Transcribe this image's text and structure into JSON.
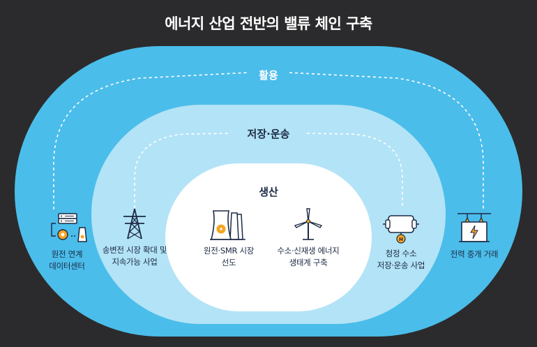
{
  "title": "에너지 산업 전반의 밸류 체인 구축",
  "layers": {
    "outer": "활용",
    "middle": "저장·운송",
    "inner": "생산"
  },
  "items": {
    "datacenter": "원전 연계\n데이터센터",
    "transmission": "송변전 시장 확대 및\n지속가능 사업",
    "smr": "원전·SMR 시장\n선도",
    "renewable": "수소·신재생 에너지\n생태계 구축",
    "hydrogen": "청정 수소\n저장·운송 사업",
    "trading": "전력 중개 거래"
  },
  "colors": {
    "background": "#2b2b2d",
    "outer_ring": "#4bbdea",
    "middle_ring": "#b3e3f6",
    "inner_ring": "#ffffff",
    "text": "#1b2a44",
    "icon_orange": "#f5a623"
  }
}
